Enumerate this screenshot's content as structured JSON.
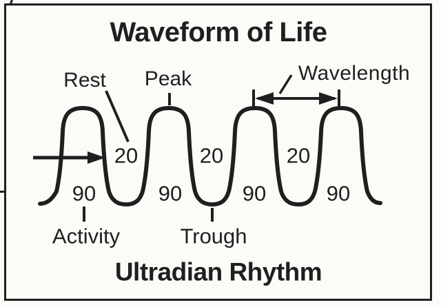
{
  "colors": {
    "ink": "#1f1f1f",
    "paper": "#fbfbf8"
  },
  "diagram": {
    "title": "Waveform of Life",
    "footer": "Ultradian Rhythm",
    "callouts": {
      "rest": "Rest",
      "peak": "Peak",
      "wavelength": "Wavelength",
      "activity": "Activity",
      "trough": "Trough"
    },
    "trough_minutes": [
      "20",
      "20",
      "20"
    ],
    "activity_minutes": [
      "90",
      "90",
      "90",
      "90"
    ],
    "icons": [
      "flow-right-arrow",
      "wavelength-dimension-arrow"
    ]
  }
}
